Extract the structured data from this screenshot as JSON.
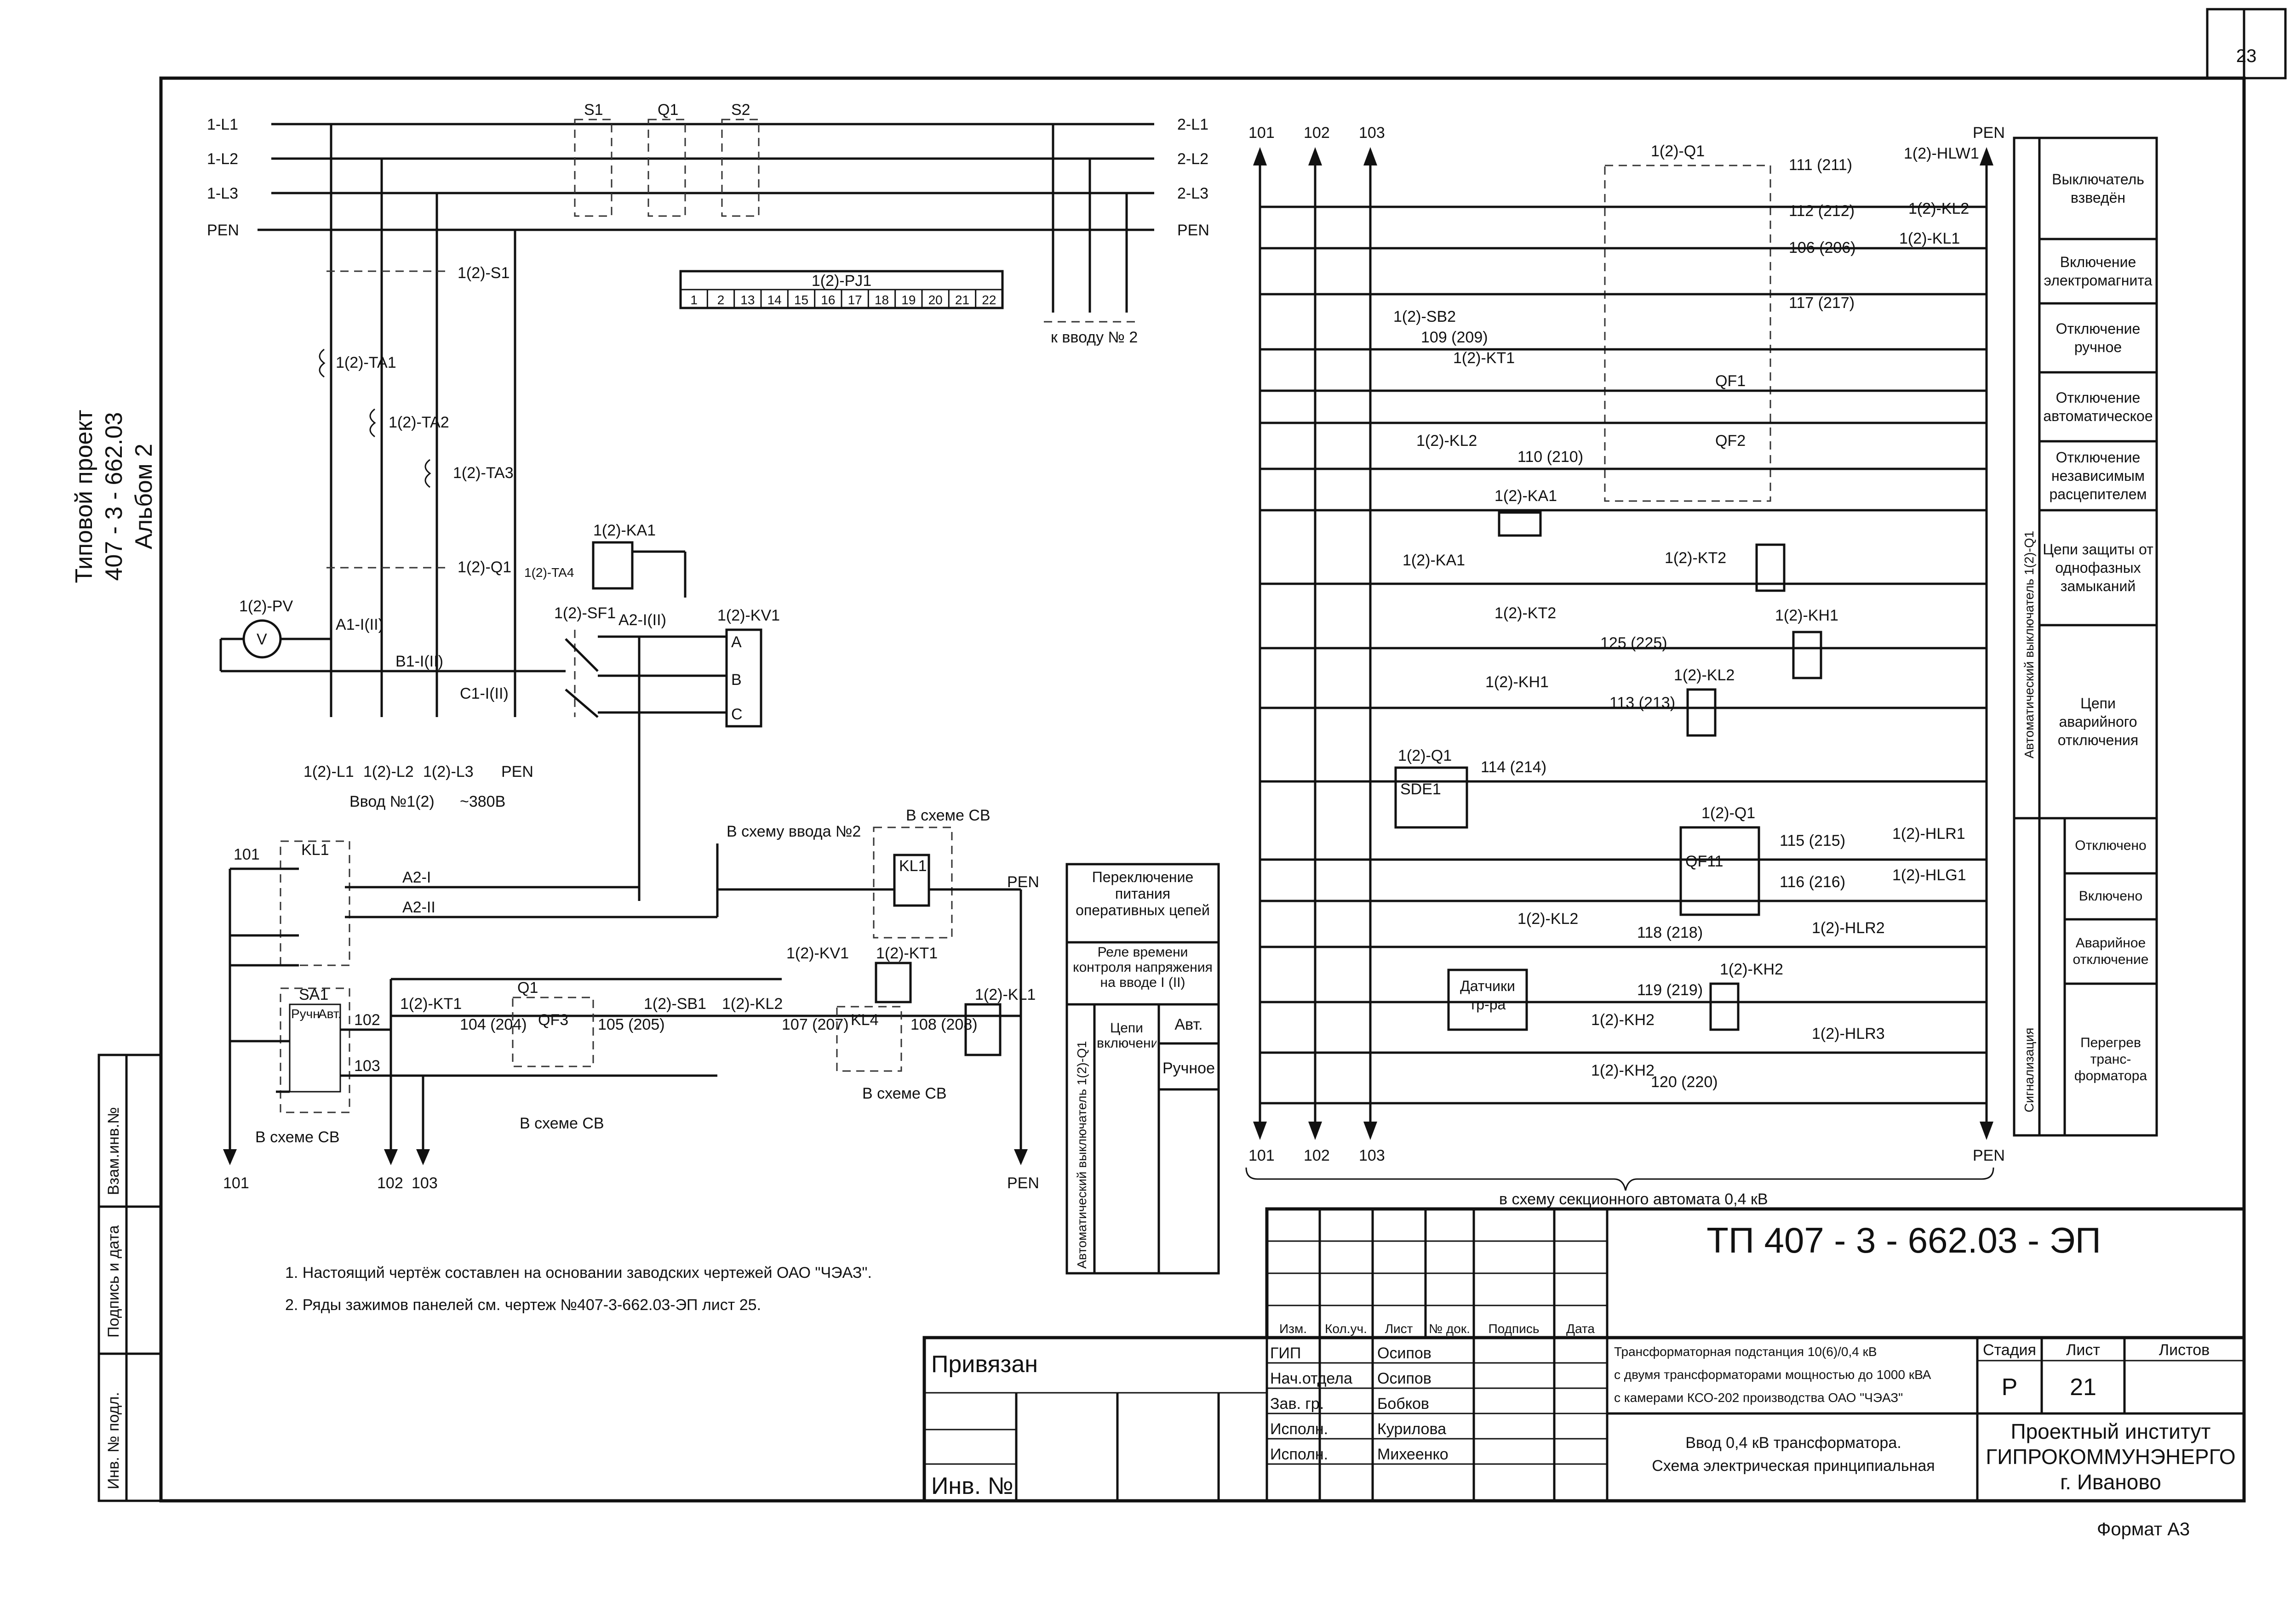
{
  "sheet": {
    "number": "23",
    "side_title": [
      "Типовой проект",
      "407 - 3 - 662.03",
      "Альбом 2"
    ],
    "format": "Формат А3",
    "side_fields": [
      "Взам.инв.№",
      "Подпись и дата",
      "Инв. № подл."
    ]
  },
  "left": {
    "buses_in": [
      "1-L1",
      "1-L2",
      "1-L3",
      "PEN"
    ],
    "buses_out": [
      "2-L1",
      "2-L2",
      "2-L3",
      "PEN"
    ],
    "switch_labels": [
      "S1",
      "Q1",
      "S2"
    ],
    "meter": "1(2)-PJ1",
    "meter_terminals": [
      "1",
      "2",
      "13",
      "14",
      "15",
      "16",
      "17",
      "18",
      "19",
      "20",
      "21",
      "22"
    ],
    "to_input2": "к вводу № 2",
    "s1": "1(2)-S1",
    "ta": [
      "1(2)-TA1",
      "1(2)-TA2",
      "1(2)-TA3"
    ],
    "q1": "1(2)-Q1",
    "ta4": "1(2)-TA4",
    "ka1": "1(2)-KA1",
    "pv": "1(2)-PV",
    "sf1": "1(2)-SF1",
    "kv1": "1(2)-KV1",
    "phase_labels": [
      "A1-I(II)",
      "B1-I(II)",
      "C1-I(II)",
      "A2-I(II)"
    ],
    "kv1_terms": [
      "A",
      "B",
      "C"
    ],
    "outputs": [
      "1(2)-L1",
      "1(2)-L2",
      "1(2)-L3",
      "PEN"
    ],
    "input_caption": "Ввод №1(2)",
    "voltage": "~380В"
  },
  "control": {
    "kl1": "KL1",
    "a2_lines": [
      "A2-I",
      "A2-II"
    ],
    "to_input2": "В схему ввода №2",
    "in_cb": "В схеме СВ",
    "sa1": "SA1",
    "sa1_modes": [
      "Ручн",
      "Авт."
    ],
    "kt1": "1(2)-KT1",
    "qf3": "QF3",
    "q1": "Q1",
    "sb1": "1(2)-SB1",
    "kl2": "1(2)-KL2",
    "kl4": "KL4",
    "kv1c": "1(2)-KV1",
    "kl1c": "1(2)-KL1",
    "pen": "PEN",
    "wires": [
      "101",
      "102",
      "103",
      "104 (204)",
      "105 (205)",
      "107 (207)",
      "108 (208)"
    ],
    "legend": {
      "title": "Переключение питания оперативных цепей",
      "relay": "Реле времени контроля напряжения на вводе I (II)",
      "breaker": "Автоматический выключатель 1(2)-Q1",
      "circuits": "Цепи включения",
      "auto": "Авт.",
      "manual": "Ручное"
    }
  },
  "right": {
    "rails": [
      "101",
      "102",
      "103"
    ],
    "pen": "PEN",
    "q1": "1(2)-Q1",
    "labels": {
      "hlw1": "1(2)-HLW1",
      "kl2": "1(2)-KL2",
      "kl1": "1(2)-KL1",
      "sb2": "1(2)-SB2",
      "kt1": "1(2)-KT1",
      "qf1": "QF1",
      "qf2": "QF2",
      "ka1": "1(2)-KA1",
      "kt2": "1(2)-KT2",
      "kh1": "1(2)-KH1",
      "kl2b": "1(2)-KL2",
      "sde1": "SDE1",
      "qf11": "QF11",
      "hlr1": "1(2)-HLR1",
      "hlg1": "1(2)-HLG1",
      "hlr2": "1(2)-HLR2",
      "kh2": "1(2)-KH2",
      "hlr3": "1(2)-HLR3",
      "sensors": "Датчики тр-ра"
    },
    "wires": [
      "111 (211)",
      "112 (212)",
      "106 (206)",
      "117 (217)",
      "109 (209)",
      "110 (210)",
      "125 (225)",
      "113 (213)",
      "114 (214)",
      "115 (215)",
      "116 (216)",
      "118 (218)",
      "119 (219)",
      "120 (220)"
    ],
    "to_cb": "в схему секционного автомата 0,4 кВ",
    "panel_breaker": "Автоматический выключатель 1(2)-Q1",
    "panel_signal": "Сигнализация",
    "panel_items": [
      "Выключатель взведён",
      "Включение электромагнита",
      "Отключение ручное",
      "Отключение автоматическое",
      "Отключение независимым расцепителем",
      "Цепи защиты от однофазных замыканий",
      "Цепи аварийного отключения"
    ],
    "signal_items": [
      "Отключено",
      "Включено",
      "Аварийное отключение",
      "Перегрев транс-форматора"
    ]
  },
  "notes": [
    "1. Настоящий чертёж составлен на основании заводских чертежей ОАО \"ЧЭАЗ\".",
    "2. Ряды зажимов панелей см. чертеж №407-3-662.03-ЭП лист 25."
  ],
  "stamp": {
    "code": "ТП  407 - 3 - 662.03 - ЭП",
    "bound": "Привязан",
    "inv": "Инв. №",
    "cols": [
      "Изм.",
      "Кол.уч.",
      "Лист",
      "№ док.",
      "Подпись",
      "Дата"
    ],
    "roles": [
      "ГИП",
      "Нач.отдела",
      "Зав. гр.",
      "Исполн.",
      "Исполн."
    ],
    "names": [
      "Осипов",
      "Осипов",
      "Бобков",
      "Курилова",
      "Михеенко"
    ],
    "object": "Трансформаторная подстанция 10(6)/0,4 кВ с двумя трансформаторами мощностью до 1000 кВА с камерами КСО-202 производства ОАО \"ЧЭАЗ\"",
    "object_lines": [
      "Трансформаторная подстанция 10(6)/0,4 кВ",
      "с двумя трансформаторами мощностью до 1000 кВА",
      "с камерами КСО-202 производства ОАО \"ЧЭАЗ\""
    ],
    "stage_h": "Стадия",
    "sheet_h": "Лист",
    "sheets_h": "Листов",
    "stage": "Р",
    "sheet": "21",
    "drawing_lines": [
      "Ввод 0,4 кВ трансформатора.",
      "Схема электрическая принципиальная"
    ],
    "org_lines": [
      "Проектный институт",
      "ГИПРОКОММУНЭНЕРГО",
      "г. Иваново"
    ]
  }
}
